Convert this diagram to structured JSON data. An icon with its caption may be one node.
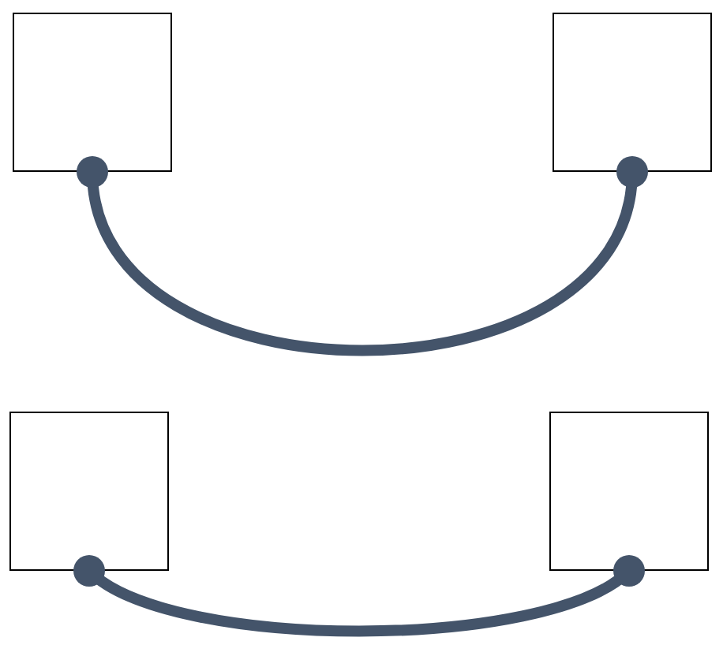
{
  "diagram": {
    "nodes": [
      {
        "text": [],
        "shape": "box"
      },
      {
        "text": [],
        "shape": "box"
      },
      {
        "text": [],
        "shape": "box"
      },
      {
        "text": [],
        "shape": "box"
      }
    ],
    "edges": [
      {
        "from": 0,
        "to": 1,
        "arrow": "other"
      },
      {
        "from": 2,
        "to": 3,
        "arrow": "other"
      }
    ]
  }
}
